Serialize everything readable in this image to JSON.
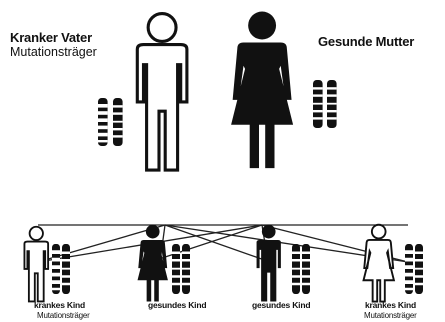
{
  "parents": {
    "father": {
      "title": "Kranker Vater",
      "subtitle": "Mutationsträger"
    },
    "mother": {
      "title": "Gesunde Mutter"
    }
  },
  "children": [
    {
      "title": "krankes Kind",
      "subtitle": "Mutationsträger"
    },
    {
      "title": "gesundes Kind"
    },
    {
      "title": "gesundes Kind"
    },
    {
      "title": "krankes Kind",
      "subtitle": "Mutationsträger"
    }
  ]
}
